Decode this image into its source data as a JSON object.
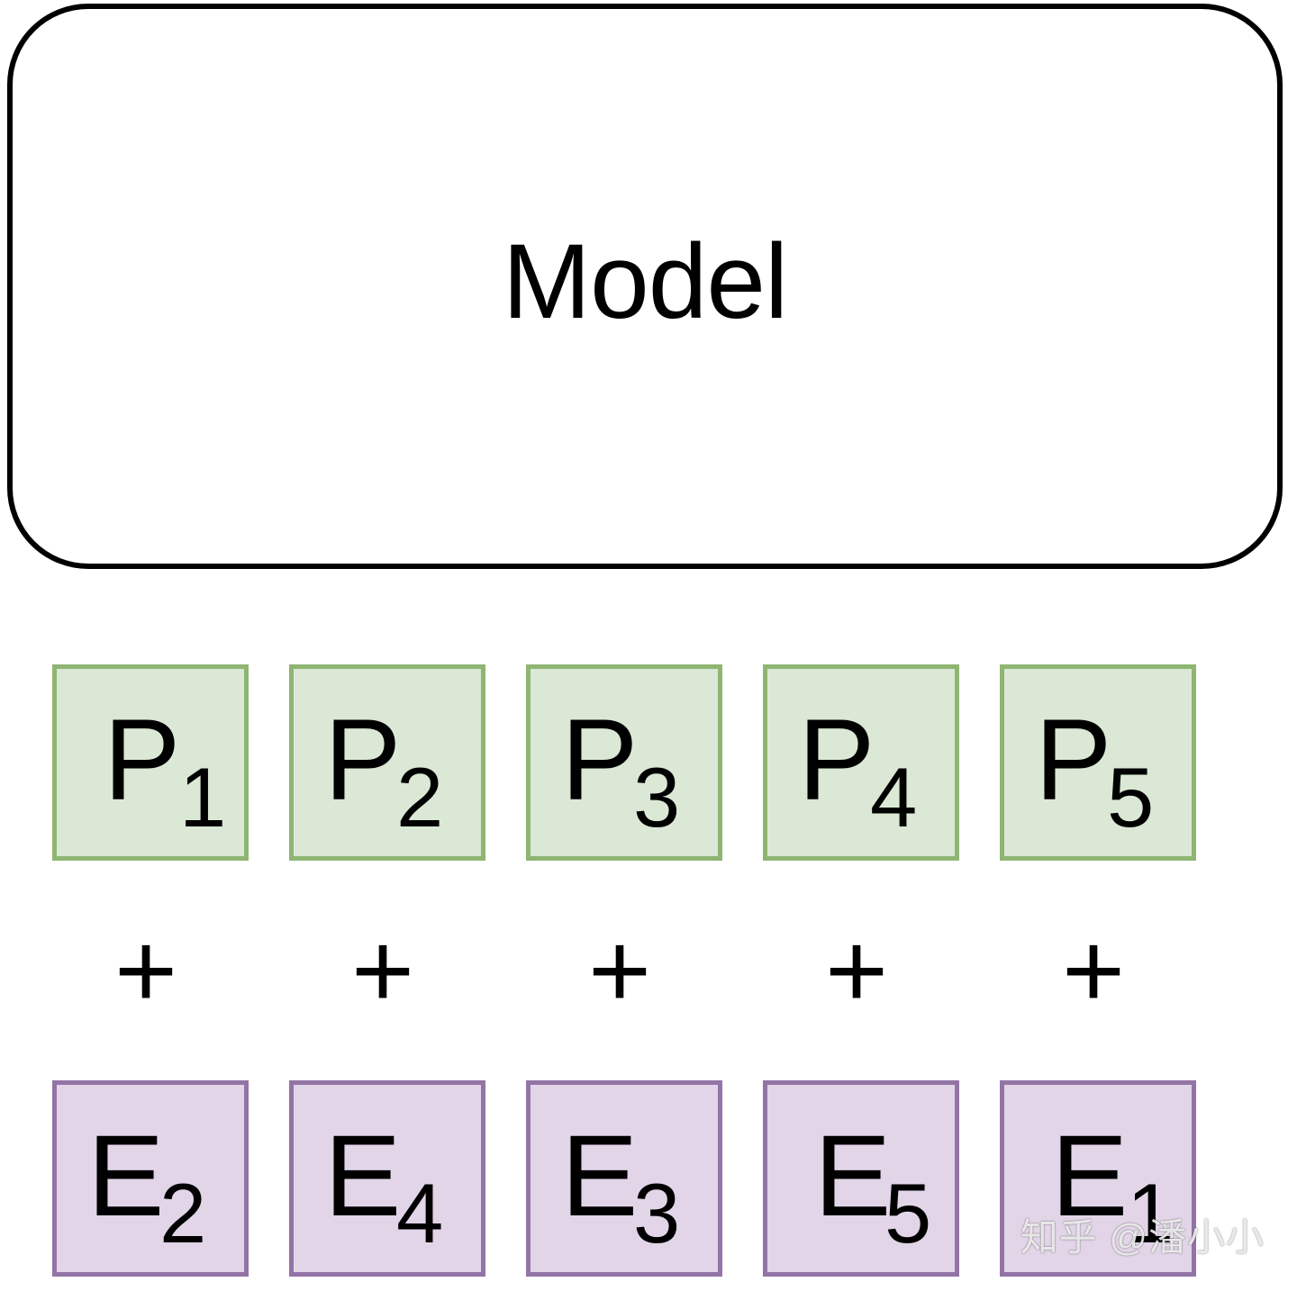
{
  "model": {
    "label": "Model"
  },
  "colors": {
    "position_fill": "#dae8d5",
    "position_border": "#8fb573",
    "embedding_fill": "#e1d5e7",
    "embedding_border": "#9374a6",
    "model_border": "#000000"
  },
  "position_tiles": [
    {
      "letter": "P",
      "index": "1"
    },
    {
      "letter": "P",
      "index": "2"
    },
    {
      "letter": "P",
      "index": "3"
    },
    {
      "letter": "P",
      "index": "4"
    },
    {
      "letter": "P",
      "index": "5"
    }
  ],
  "operators": [
    {
      "symbol": "+"
    },
    {
      "symbol": "+"
    },
    {
      "symbol": "+"
    },
    {
      "symbol": "+"
    },
    {
      "symbol": "+"
    }
  ],
  "embedding_tiles": [
    {
      "letter": "E",
      "index": "2"
    },
    {
      "letter": "E",
      "index": "4"
    },
    {
      "letter": "E",
      "index": "3"
    },
    {
      "letter": "E",
      "index": "5"
    },
    {
      "letter": "E",
      "index": "1"
    }
  ],
  "watermark": "知乎 @潘小小"
}
